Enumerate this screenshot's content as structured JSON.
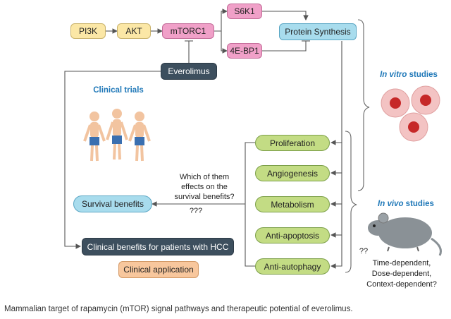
{
  "nodes": {
    "pi3k": "PI3K",
    "akt": "AKT",
    "mtorc1": "mTORC1",
    "s6k1": "S6K1",
    "ebp1": "4E-BP1",
    "protein_synthesis": "Protein Synthesis",
    "everolimus": "Everolimus",
    "proliferation": "Proliferation",
    "angiogenesis": "Angiogenesis",
    "metabolism": "Metabolism",
    "anti_apoptosis": "Anti-apoptosis",
    "anti_autophagy": "Anti-autophagy",
    "survival_benefits": "Survival benefits",
    "clinical_benefits": "Clinical benefits for patients with HCC",
    "clinical_application": "Clinical application"
  },
  "labels": {
    "clinical_trials": "Clinical trials",
    "question_line1": "Which of them",
    "question_line2": "effects on the",
    "question_line3": "survival benefits?",
    "question_marks": "???",
    "in_vitro_em": "In vitro",
    "in_vitro_rest": " studies",
    "in_vivo_em": "In vivo",
    "in_vivo_rest": " studies",
    "double_q": "??",
    "time_dependent": "Time-dependent,",
    "dose_dependent": "Dose-dependent,",
    "context_dependent": "Context-dependent?"
  },
  "caption": "Mammalian target of rapamycin (mTOR) signal pathways and therapeutic potential of everolimus.",
  "colors": {
    "kinase_yellow": "#fbe7a6",
    "mtor_pink": "#f0a0c8",
    "synthesis_blue": "#a8dced",
    "effect_green": "#c3dc84",
    "dark_slate": "#3d4f5e",
    "application_orange": "#f8c79d",
    "title_blue": "#1f78b8"
  }
}
